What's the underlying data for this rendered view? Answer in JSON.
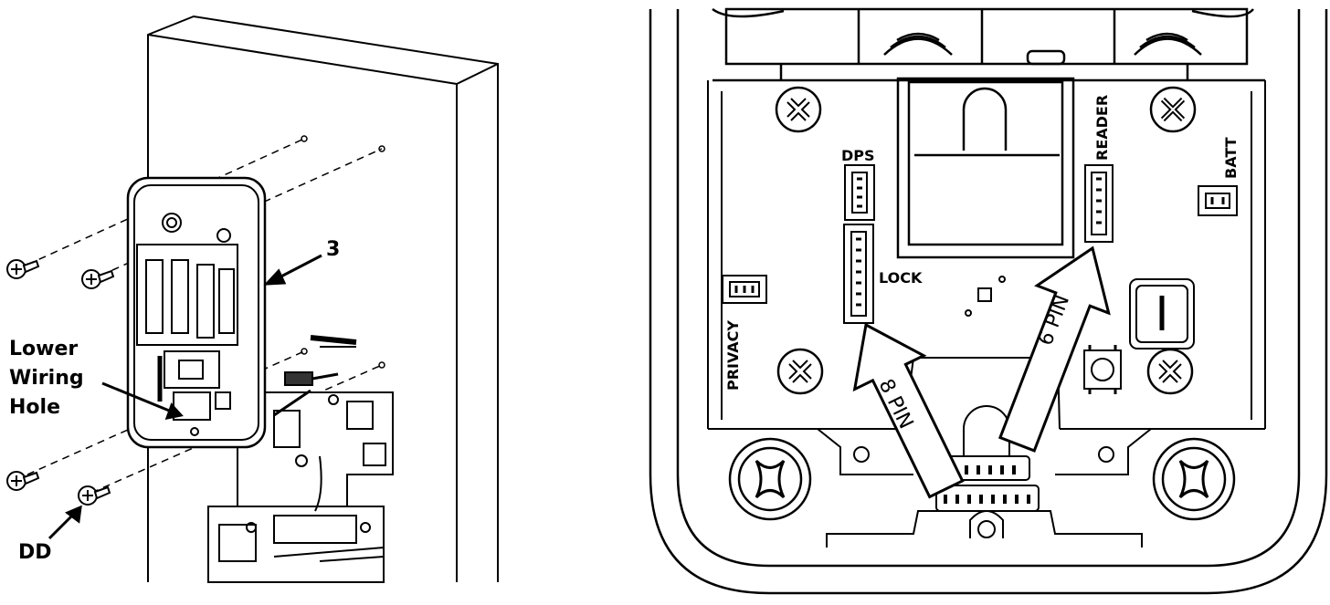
{
  "left_panel": {
    "callout_part_3": "3",
    "callout_lower_wiring_hole": [
      "Lower",
      "Wiring",
      "Hole"
    ],
    "callout_screw": "DD"
  },
  "right_panel": {
    "connectors": {
      "dps": "DPS",
      "lock": "LOCK",
      "reader": "READER",
      "batt": "BATT",
      "privacy": "PRIVACY"
    },
    "arrows": {
      "eight_pin": "8 PIN",
      "six_pin": "6 PIN"
    }
  }
}
